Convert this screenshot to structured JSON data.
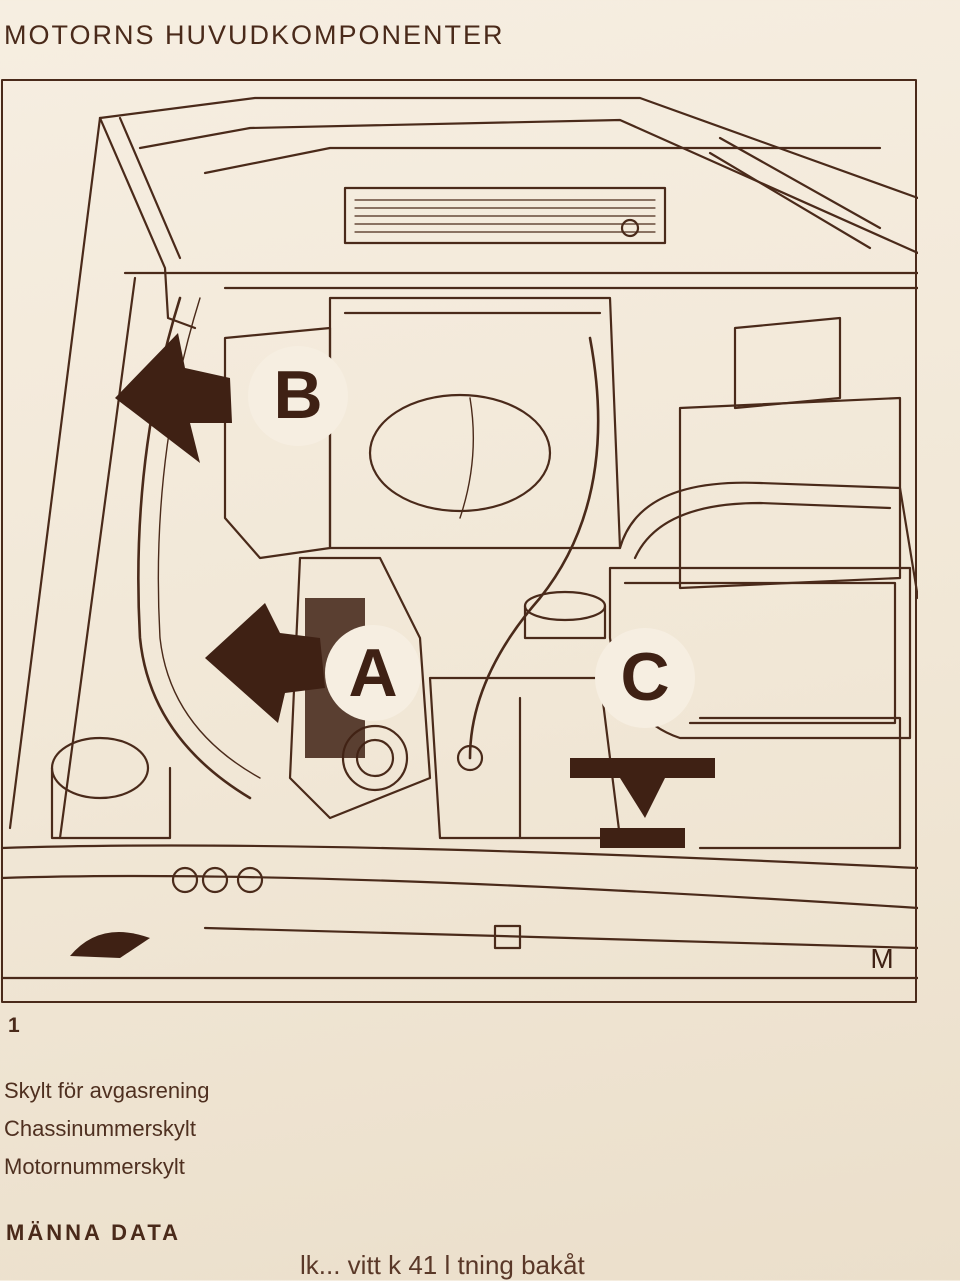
{
  "page": {
    "title": "MOTORNS HUVUDKOMPONENTER",
    "figure_number": "1",
    "section_heading": "MÄNNA DATA",
    "cut_off_text": "lk... vitt k 41 l  tning bakåt"
  },
  "figure": {
    "labels": {
      "a": "A",
      "b": "B",
      "c": "C"
    },
    "signature": "M"
  },
  "legend": [
    {
      "text": "Skylt för avgasrening"
    },
    {
      "text": "Chassinummerskylt"
    },
    {
      "text": "Motornummerskylt"
    }
  ]
}
